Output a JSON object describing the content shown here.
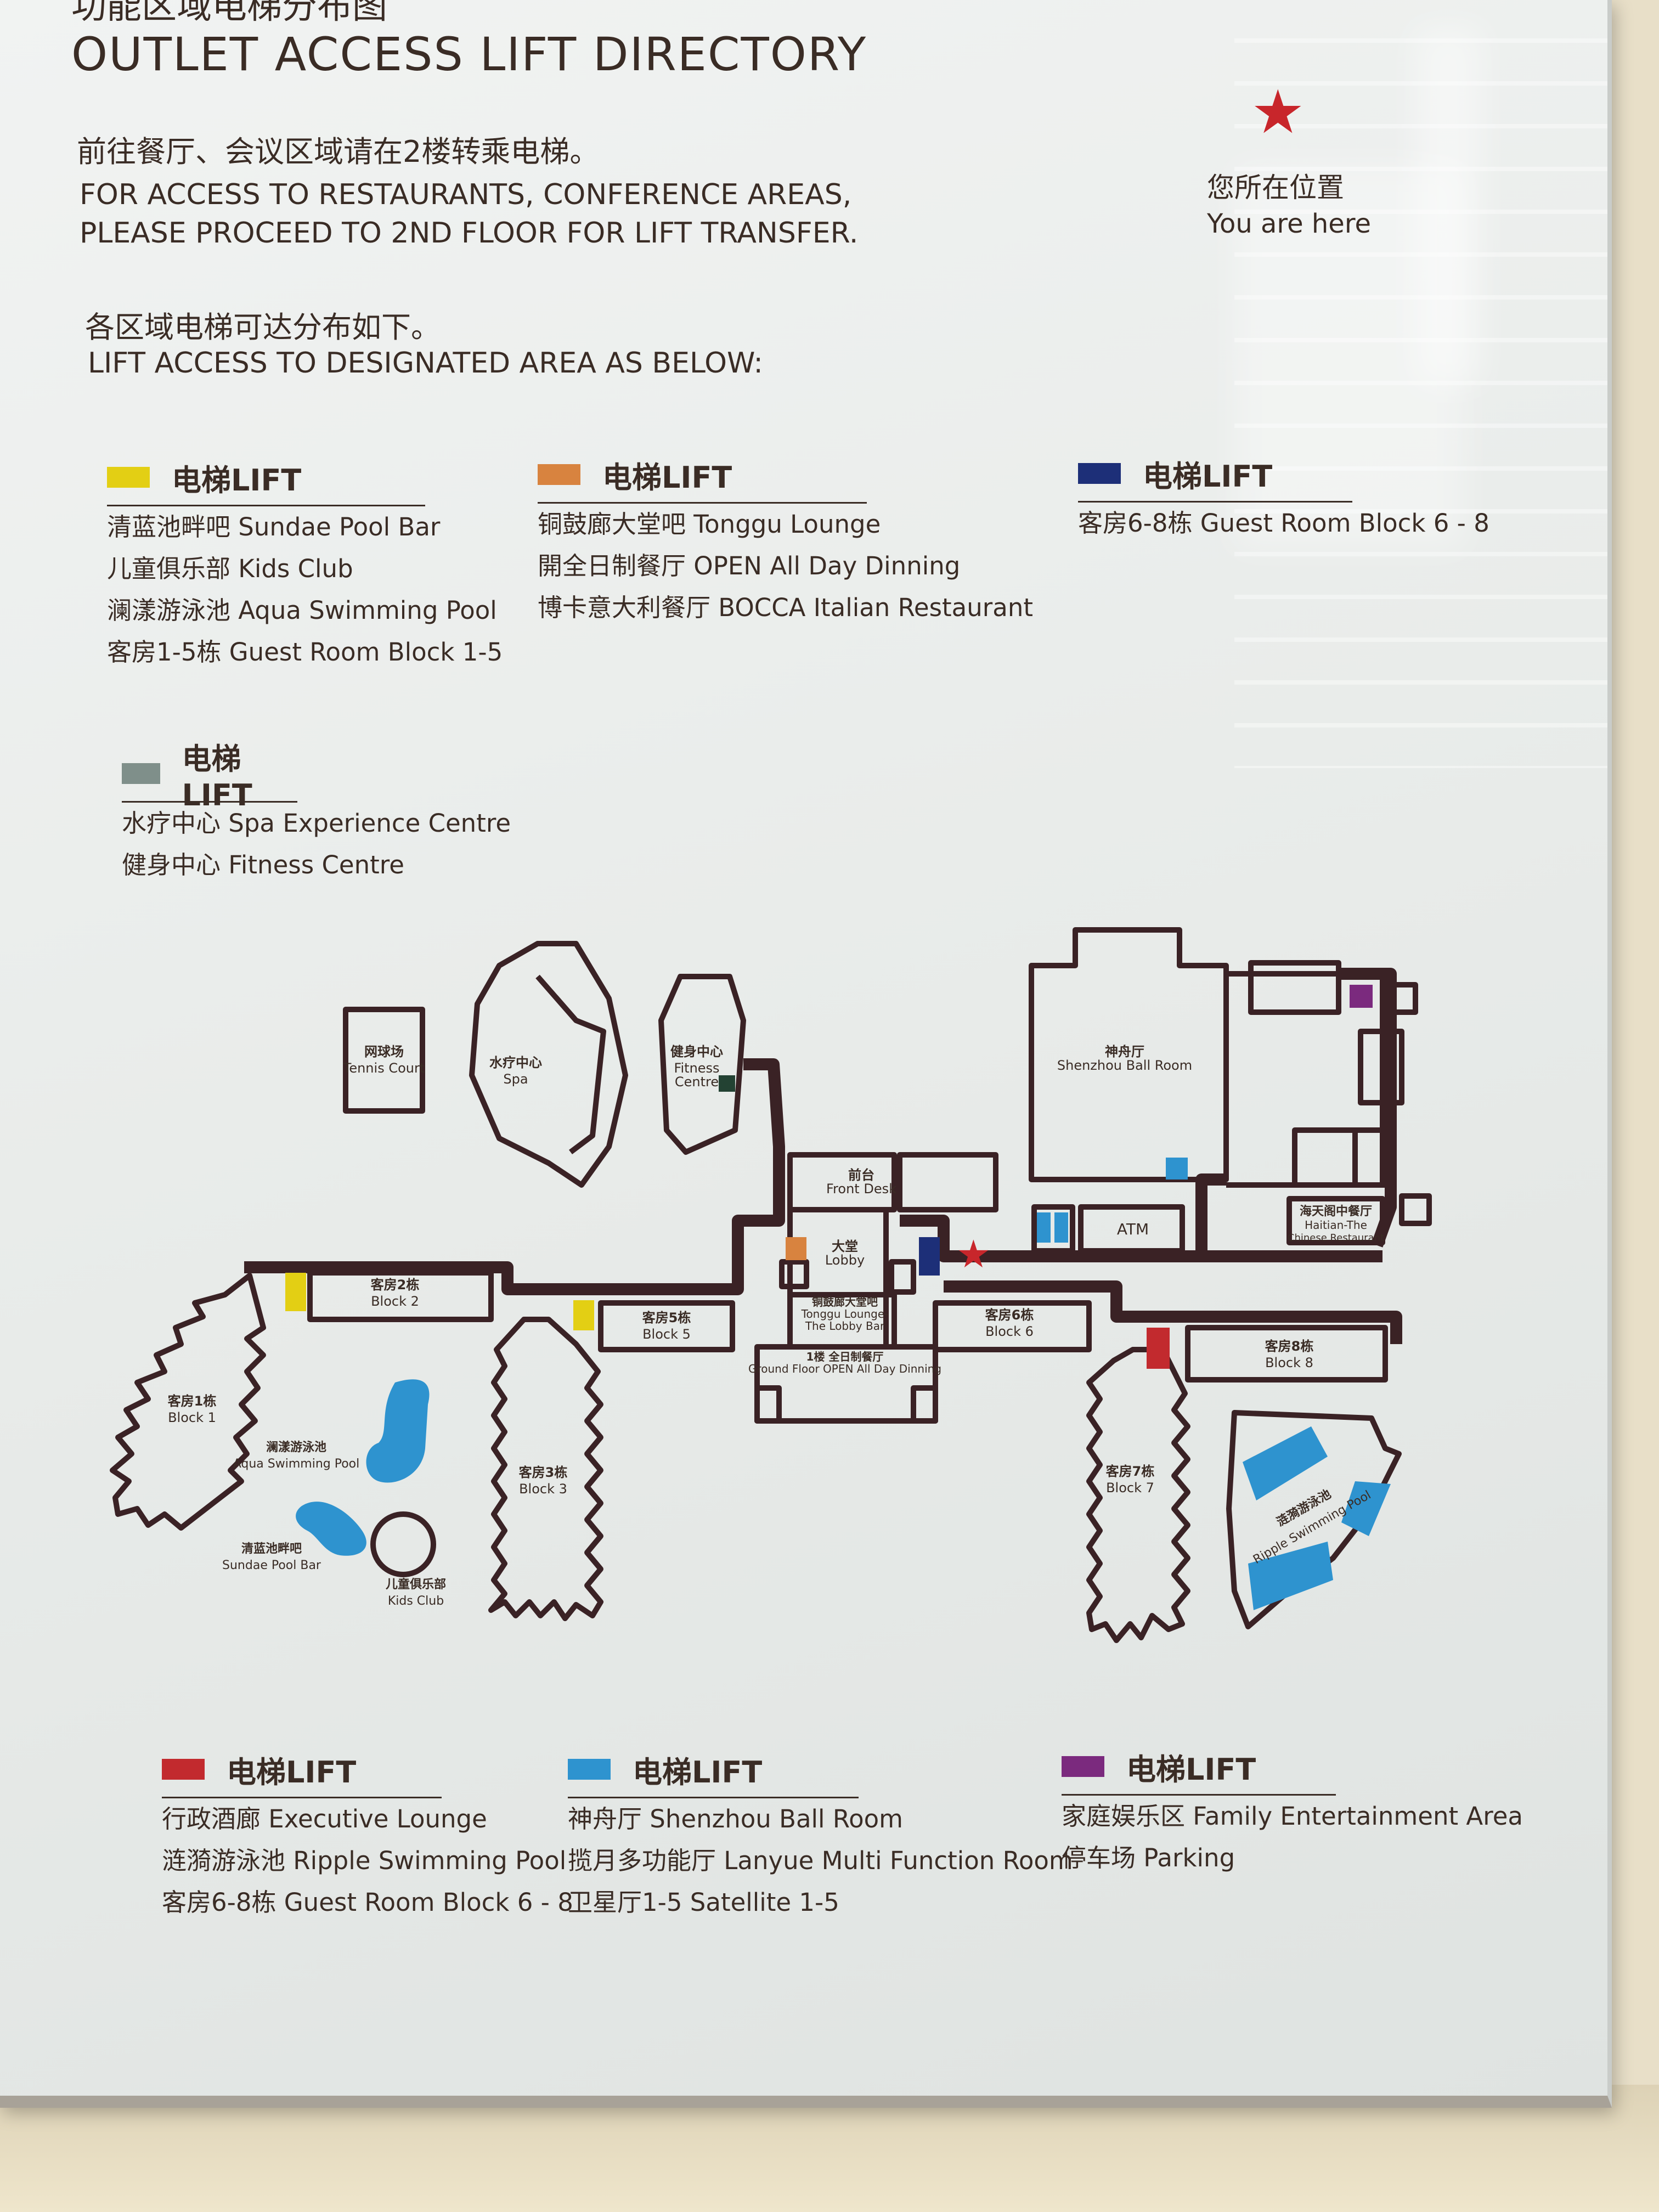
{
  "header": {
    "title_zh": "功能区域电梯分布图",
    "title_en": "OUTLET ACCESS LIFT DIRECTORY",
    "note_zh": "前往餐厅、会议区域请在2楼转乘电梯。",
    "note_en_line1": "FOR ACCESS TO RESTAURANTS, CONFERENCE AREAS,",
    "note_en_line2": "PLEASE PROCEED TO 2ND FLOOR FOR LIFT TRANSFER.",
    "below_zh": "各区域电梯可达分布如下。",
    "below_en": "LIFT ACCESS TO DESIGNATED AREA AS BELOW:"
  },
  "you_are_here": {
    "label_zh": "您所在位置",
    "label_en": "You are here",
    "star": "★",
    "color": "#c8262b"
  },
  "lift_groups": [
    {
      "id": "yellow",
      "color": "#e3cf14",
      "title": "电梯LIFT",
      "items": [
        "清蓝池畔吧 Sundae Pool Bar",
        "儿童俱乐部 Kids Club",
        "澜漾游泳池 Aqua Swimming Pool",
        "客房1-5栋 Guest Room Block 1-5"
      ]
    },
    {
      "id": "orange",
      "color": "#d8833f",
      "title": "电梯LIFT",
      "items": [
        "铜鼓廊大堂吧 Tonggu Lounge",
        "開全日制餐厅 OPEN All Day Dinning",
        "博卡意大利餐厅 BOCCA Italian Restaurant"
      ]
    },
    {
      "id": "navy",
      "color": "#1d2f78",
      "title": "电梯LIFT",
      "items": [
        "客房6-8栋 Guest Room Block 6 - 8"
      ]
    },
    {
      "id": "grey",
      "color": "#7f8f8a",
      "title": "电梯LIFT",
      "items": [
        "水疗中心 Spa Experience Centre",
        "健身中心 Fitness Centre"
      ]
    },
    {
      "id": "red",
      "color": "#c22a2e",
      "title": "电梯LIFT",
      "items": [
        "行政酒廊 Executive Lounge",
        "涟漪游泳池 Ripple Swimming Pool",
        "客房6-8栋 Guest Room Block 6 - 8"
      ]
    },
    {
      "id": "blue",
      "color": "#2e93cf",
      "title": "电梯LIFT",
      "items": [
        "神舟厅 Shenzhou Ball Room",
        "揽月多功能厅 Lanyue Multi Function Room",
        "卫星厅1-5 Satellite 1-5"
      ]
    },
    {
      "id": "purple",
      "color": "#7b2a7e",
      "title": "电梯LIFT",
      "items": [
        "家庭娱乐区 Family Entertainment Area",
        "停车场 Parking"
      ]
    }
  ],
  "map_labels": {
    "tennis_zh": "网球场",
    "tennis_en": "Tennis Court",
    "spa_zh": "水疗中心",
    "spa_en": "Spa",
    "fitness_zh": "健身中心",
    "fitness_en1": "Fitness",
    "fitness_en2": "Centre",
    "ballroom_zh": "神舟厅",
    "ballroom_en": "Shenzhou Ball Room",
    "front_desk_zh": "前台",
    "front_desk_en": "Front Desk",
    "lobby_zh": "大堂",
    "lobby_en": "Lobby",
    "lounge_zh": "铜鼓廊大堂吧",
    "lounge_en1": "Tonggu Lounge-",
    "lounge_en2": "The Lobby Bar",
    "allday_zh": "1楼 全日制餐厅",
    "allday_en": "Ground Floor OPEN All Day Dinning",
    "atm": "ATM",
    "haitian_zh": "海天阁中餐厅",
    "haitian_en1": "Haitian-The",
    "haitian_en2": "Chinese Restaurant",
    "block1_zh": "客房1栋",
    "block1_en": "Block 1",
    "block2_zh": "客房2栋",
    "block2_en": "Block 2",
    "block3_zh": "客房3栋",
    "block3_en": "Block 3",
    "block5_zh": "客房5栋",
    "block5_en": "Block 5",
    "block6_zh": "客房6栋",
    "block6_en": "Block 6",
    "block7_zh": "客房7栋",
    "block7_en": "Block 7",
    "block8_zh": "客房8栋",
    "block8_en": "Block 8",
    "aqua_zh": "澜漾游泳池",
    "aqua_en": "Aqua Swimming Pool",
    "poolbar_zh": "清蓝池畔吧",
    "poolbar_en": "Sundae Pool Bar",
    "kids_zh": "儿童俱乐部",
    "kids_en": "Kids Club",
    "ripple_zh": "涟漪游泳池",
    "ripple_en": "Ripple Swimming Pool"
  },
  "colors": {
    "wall": "#3a2225",
    "pool": "#2e93cf"
  }
}
